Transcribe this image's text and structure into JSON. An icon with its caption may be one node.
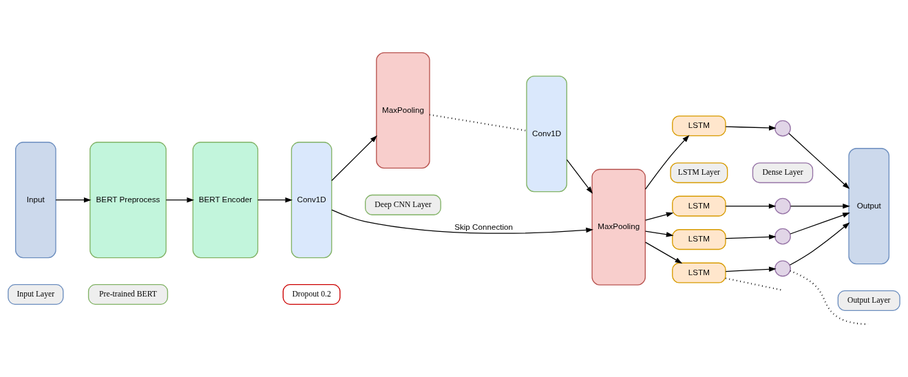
{
  "diagram": {
    "nodes": [
      {
        "text": [
          "Input"
        ]
      },
      {
        "text": [
          "BERT Preprocess"
        ]
      },
      {
        "text": [
          "BERT Encoder"
        ]
      },
      {
        "text": [
          "Conv1D"
        ]
      },
      {
        "text": [
          "MaxPooling"
        ]
      },
      {
        "text": [
          "Conv1D"
        ]
      },
      {
        "text": [
          "MaxPooling"
        ]
      },
      {
        "text": [
          "LSTM"
        ]
      },
      {
        "text": [
          "LSTM"
        ]
      },
      {
        "text": [
          "LSTM"
        ]
      },
      {
        "text": [
          "LSTM"
        ]
      },
      {
        "text": [],
        "shape": "circle"
      },
      {
        "text": [],
        "shape": "circle"
      },
      {
        "text": [],
        "shape": "circle"
      },
      {
        "text": [],
        "shape": "circle"
      },
      {
        "text": [
          "Output"
        ]
      },
      {
        "text": [
          "Input Layer"
        ]
      },
      {
        "text": [
          "Pre-trained BERT"
        ]
      },
      {
        "text": [
          "Dropout 0.2"
        ]
      },
      {
        "text": [
          "Deep CNN Layer"
        ]
      },
      {
        "text": [
          "LSTM Layer"
        ]
      },
      {
        "text": [
          "Dense Layer"
        ]
      },
      {
        "text": [
          "Output Layer"
        ]
      }
    ],
    "edges": [
      {
        "from": 0,
        "to": 1,
        "arrow": "to"
      },
      {
        "from": 1,
        "to": 2,
        "arrow": "to"
      },
      {
        "from": 2,
        "to": 3,
        "arrow": "to"
      },
      {
        "from": 3,
        "to": 4,
        "arrow": "to"
      },
      {
        "from": 4,
        "to": 5,
        "arrow": "none",
        "style": "dashed"
      },
      {
        "from": 5,
        "to": 6,
        "arrow": "to"
      },
      {
        "from": 3,
        "to": 6,
        "arrow": "to",
        "label": "Skip Connection"
      },
      {
        "from": 6,
        "to": 7,
        "arrow": "to"
      },
      {
        "from": 6,
        "to": 8,
        "arrow": "to"
      },
      {
        "from": 6,
        "to": 9,
        "arrow": "to"
      },
      {
        "from": 6,
        "to": 10,
        "arrow": "to"
      },
      {
        "from": 7,
        "to": 11,
        "arrow": "to"
      },
      {
        "from": 8,
        "to": 12,
        "arrow": "to"
      },
      {
        "from": 9,
        "to": 13,
        "arrow": "to"
      },
      {
        "from": 10,
        "to": 14,
        "arrow": "to"
      },
      {
        "from": 11,
        "to": 15,
        "arrow": "to"
      },
      {
        "from": 12,
        "to": 15,
        "arrow": "to"
      },
      {
        "from": 13,
        "to": 15,
        "arrow": "to"
      },
      {
        "from": 14,
        "to": 15,
        "arrow": "to"
      },
      {
        "from": 10,
        "to": null,
        "arrow": "none",
        "style": "dashed"
      },
      {
        "from": 14,
        "to": null,
        "arrow": "none",
        "style": "dashed"
      }
    ]
  }
}
